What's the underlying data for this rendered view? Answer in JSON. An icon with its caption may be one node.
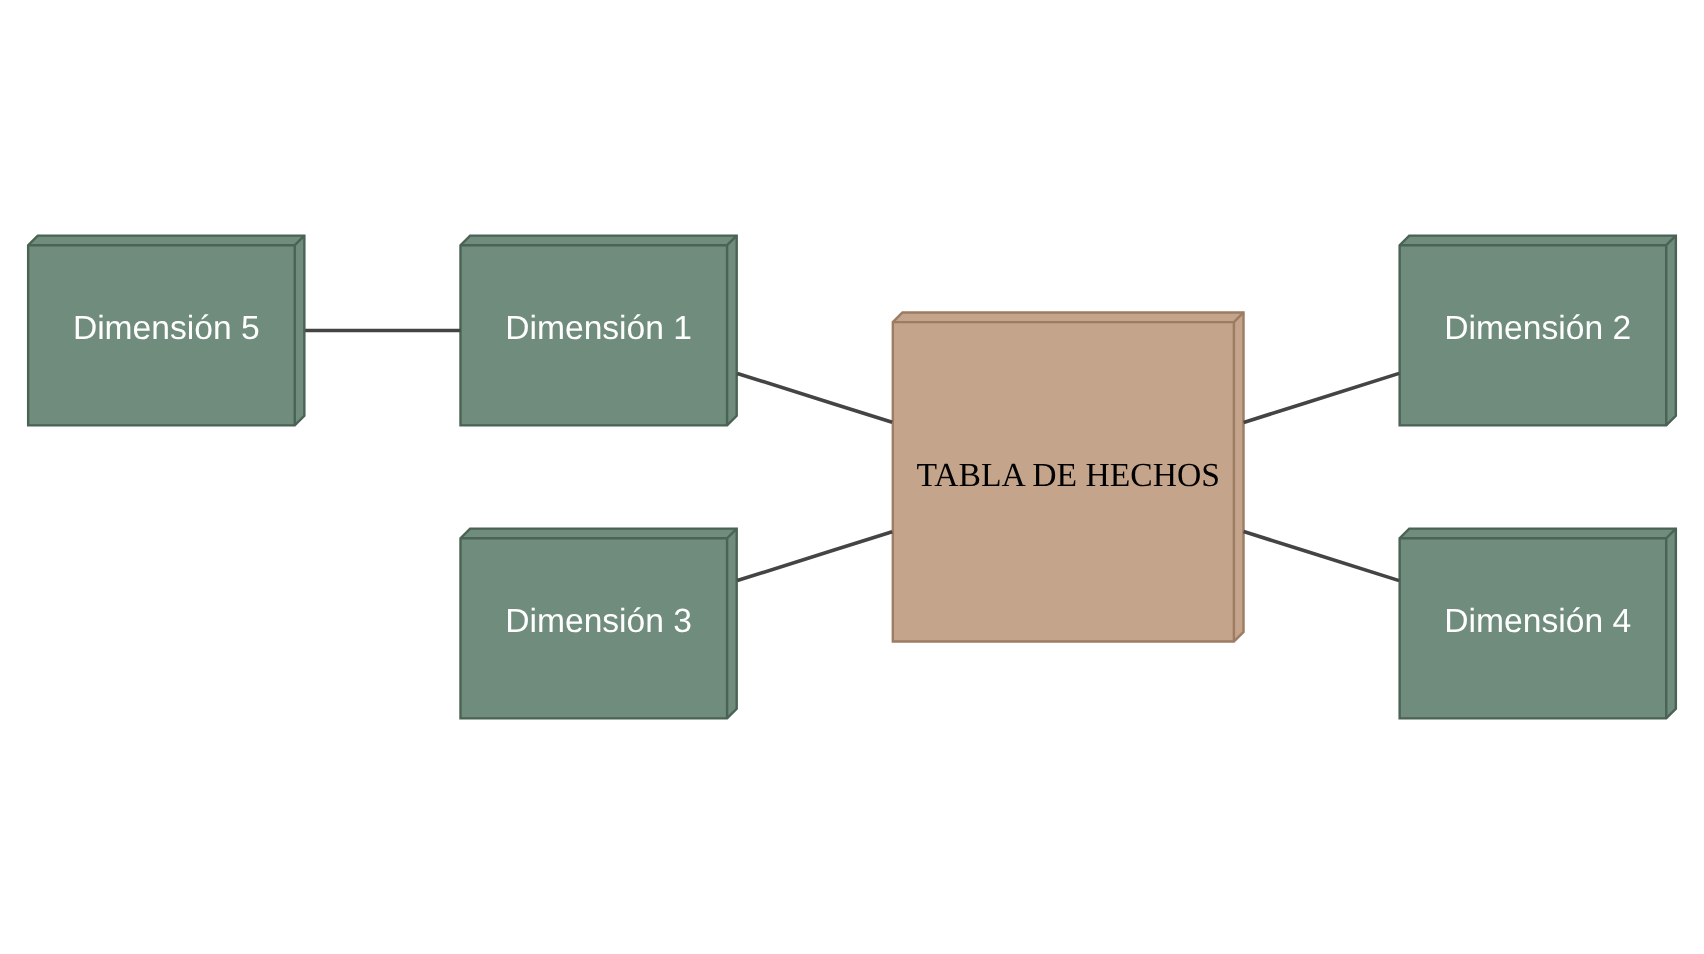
{
  "diagram": {
    "nodes": [
      {
        "text": [
          "Dimensión 5"
        ]
      },
      {
        "text": [
          "Dimensión 1"
        ]
      },
      {
        "text": [
          "TABLA DE HECHOS"
        ]
      },
      {
        "text": [
          "Dimensión 2"
        ]
      },
      {
        "text": [
          "Dimensión 3"
        ]
      },
      {
        "text": [
          "Dimensión 4"
        ]
      }
    ],
    "edges": [
      {
        "from": 0,
        "to": 1,
        "arrow": "none"
      },
      {
        "from": 1,
        "to": 2,
        "arrow": "none"
      },
      {
        "from": 2,
        "to": 3,
        "arrow": "none"
      },
      {
        "from": 4,
        "to": 2,
        "arrow": "none"
      },
      {
        "from": 2,
        "to": 5,
        "arrow": "none"
      }
    ]
  }
}
